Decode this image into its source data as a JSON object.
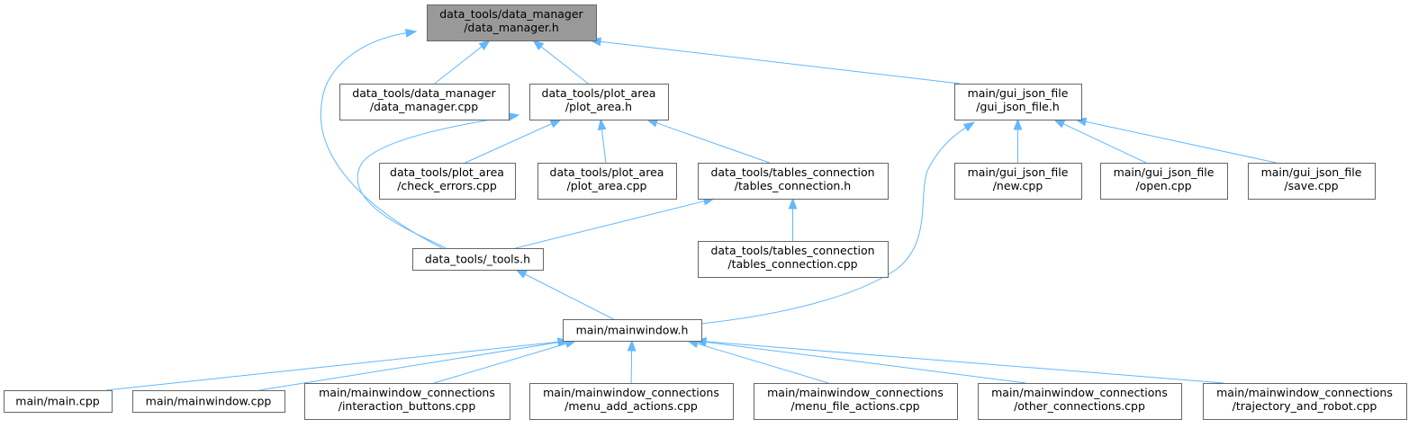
{
  "diagram": {
    "nodes": [
      {
        "id": "dm_h",
        "lines": [
          "data_tools/data_manager",
          "/data_manager.h"
        ],
        "root": true
      },
      {
        "id": "dm_cpp",
        "lines": [
          "data_tools/data_manager",
          "/data_manager.cpp"
        ]
      },
      {
        "id": "pa_h",
        "lines": [
          "data_tools/plot_area",
          "/plot_area.h"
        ]
      },
      {
        "id": "gj_h",
        "lines": [
          "main/gui_json_file",
          "/gui_json_file.h"
        ]
      },
      {
        "id": "ce_cpp",
        "lines": [
          "data_tools/plot_area",
          "/check_errors.cpp"
        ]
      },
      {
        "id": "pa_cpp",
        "lines": [
          "data_tools/plot_area",
          "/plot_area.cpp"
        ]
      },
      {
        "id": "tc_h",
        "lines": [
          "data_tools/tables_connection",
          "/tables_connection.h"
        ]
      },
      {
        "id": "new_cpp",
        "lines": [
          "main/gui_json_file",
          "/new.cpp"
        ]
      },
      {
        "id": "open_cpp",
        "lines": [
          "main/gui_json_file",
          "/open.cpp"
        ]
      },
      {
        "id": "save_cpp",
        "lines": [
          "main/gui_json_file",
          "/save.cpp"
        ]
      },
      {
        "id": "tools_h",
        "lines": [
          "data_tools/_tools.h"
        ]
      },
      {
        "id": "tc_cpp",
        "lines": [
          "data_tools/tables_connection",
          "/tables_connection.cpp"
        ]
      },
      {
        "id": "mw_h",
        "lines": [
          "main/mainwindow.h"
        ]
      },
      {
        "id": "main_cpp",
        "lines": [
          "main/main.cpp"
        ]
      },
      {
        "id": "mw_cpp",
        "lines": [
          "main/mainwindow.cpp"
        ]
      },
      {
        "id": "ib_cpp",
        "lines": [
          "main/mainwindow_connections",
          "/interaction_buttons.cpp"
        ]
      },
      {
        "id": "maa_cpp",
        "lines": [
          "main/mainwindow_connections",
          "/menu_add_actions.cpp"
        ]
      },
      {
        "id": "mfa_cpp",
        "lines": [
          "main/mainwindow_connections",
          "/menu_file_actions.cpp"
        ]
      },
      {
        "id": "oc_cpp",
        "lines": [
          "main/mainwindow_connections",
          "/other_connections.cpp"
        ]
      },
      {
        "id": "tr_cpp",
        "lines": [
          "main/mainwindow_connections",
          "/trajectory_and_robot.cpp"
        ]
      }
    ],
    "edges": [
      {
        "from": "dm_cpp",
        "to": "dm_h"
      },
      {
        "from": "pa_h",
        "to": "dm_h"
      },
      {
        "from": "gj_h",
        "to": "dm_h"
      },
      {
        "from": "tools_h",
        "to": "dm_h"
      },
      {
        "from": "ce_cpp",
        "to": "pa_h"
      },
      {
        "from": "pa_cpp",
        "to": "pa_h"
      },
      {
        "from": "tc_h",
        "to": "pa_h"
      },
      {
        "from": "tools_h",
        "to": "pa_h"
      },
      {
        "from": "tools_h",
        "to": "tc_h"
      },
      {
        "from": "tc_cpp",
        "to": "tc_h"
      },
      {
        "from": "new_cpp",
        "to": "gj_h"
      },
      {
        "from": "open_cpp",
        "to": "gj_h"
      },
      {
        "from": "save_cpp",
        "to": "gj_h"
      },
      {
        "from": "mw_h",
        "to": "gj_h"
      },
      {
        "from": "mw_h",
        "to": "tools_h"
      },
      {
        "from": "main_cpp",
        "to": "mw_h"
      },
      {
        "from": "mw_cpp",
        "to": "mw_h"
      },
      {
        "from": "ib_cpp",
        "to": "mw_h"
      },
      {
        "from": "maa_cpp",
        "to": "mw_h"
      },
      {
        "from": "mfa_cpp",
        "to": "mw_h"
      },
      {
        "from": "oc_cpp",
        "to": "mw_h"
      },
      {
        "from": "tr_cpp",
        "to": "mw_h"
      }
    ]
  }
}
